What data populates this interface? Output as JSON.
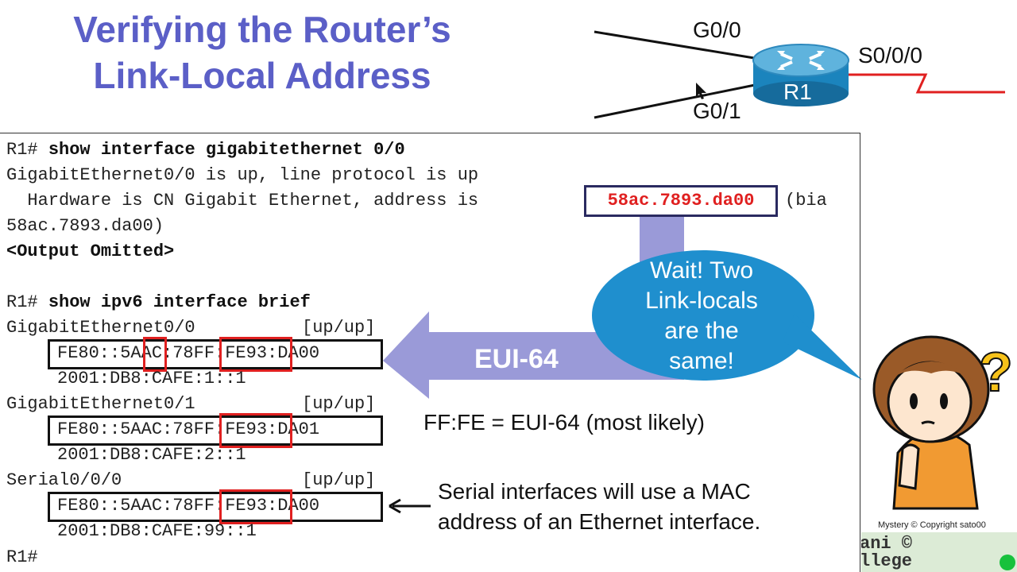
{
  "slide": {
    "title_line1": "Verifying the Router’s",
    "title_line2": "Link-Local Address"
  },
  "diagram": {
    "router_name": "R1",
    "iface_g00": "G0/0",
    "iface_g01": "G0/1",
    "iface_s000": "S0/0/0"
  },
  "console": {
    "cmd1_prompt": "R1# ",
    "cmd1": "show interface gigabitethernet 0/0",
    "line_status": "GigabitEthernet0/0 is up, line protocol is up",
    "line_hw_prefix": "  Hardware is CN Gigabit Ethernet, address is ",
    "mac_address": "58ac.7893.da00",
    "line_hw_suffix": "(bia",
    "line_bia": "58ac.7893.da00)",
    "output_omitted": "<Output Omitted>",
    "cmd2_prompt": "R1# ",
    "cmd2": "show ipv6 interface brief",
    "interfaces": [
      {
        "name": "GigabitEthernet0/0",
        "status": "[up/up]",
        "link_local": "FE80::5AAC:78FF:FE93:DA00",
        "global": "2001:DB8:CAFE:1::1"
      },
      {
        "name": "GigabitEthernet0/1",
        "status": "[up/up]",
        "link_local": "FE80::5AAC:78FF:FE93:DA01",
        "global": "2001:DB8:CAFE:2::1"
      },
      {
        "name": "Serial0/0/0",
        "status": "[up/up]",
        "link_local": "FE80::5AAC:78FF:FE93:DA00",
        "global": "2001:DB8:CAFE:99::1"
      }
    ],
    "final_prompt": "R1#"
  },
  "callouts": {
    "eui_label": "EUI-64",
    "bubble_lines": [
      "Wait! Two",
      "Link-locals",
      "are the",
      "same!"
    ],
    "fffe_note": "FF:FE = EUI-64 (most likely)",
    "serial_note_line1": "Serial interfaces will use a MAC",
    "serial_note_line2": "address of an Ethernet interface."
  },
  "credit": {
    "copyright": "Mystery © Copyright sato00",
    "watermark_line1": "ani ©",
    "watermark_line2": "llege"
  },
  "colors": {
    "title": "#5b5fc7",
    "highlight_red": "#e02020",
    "arrow_lavender": "#9a9ad8",
    "bubble_blue": "#1f8fce",
    "serial_link": "#e02020"
  }
}
